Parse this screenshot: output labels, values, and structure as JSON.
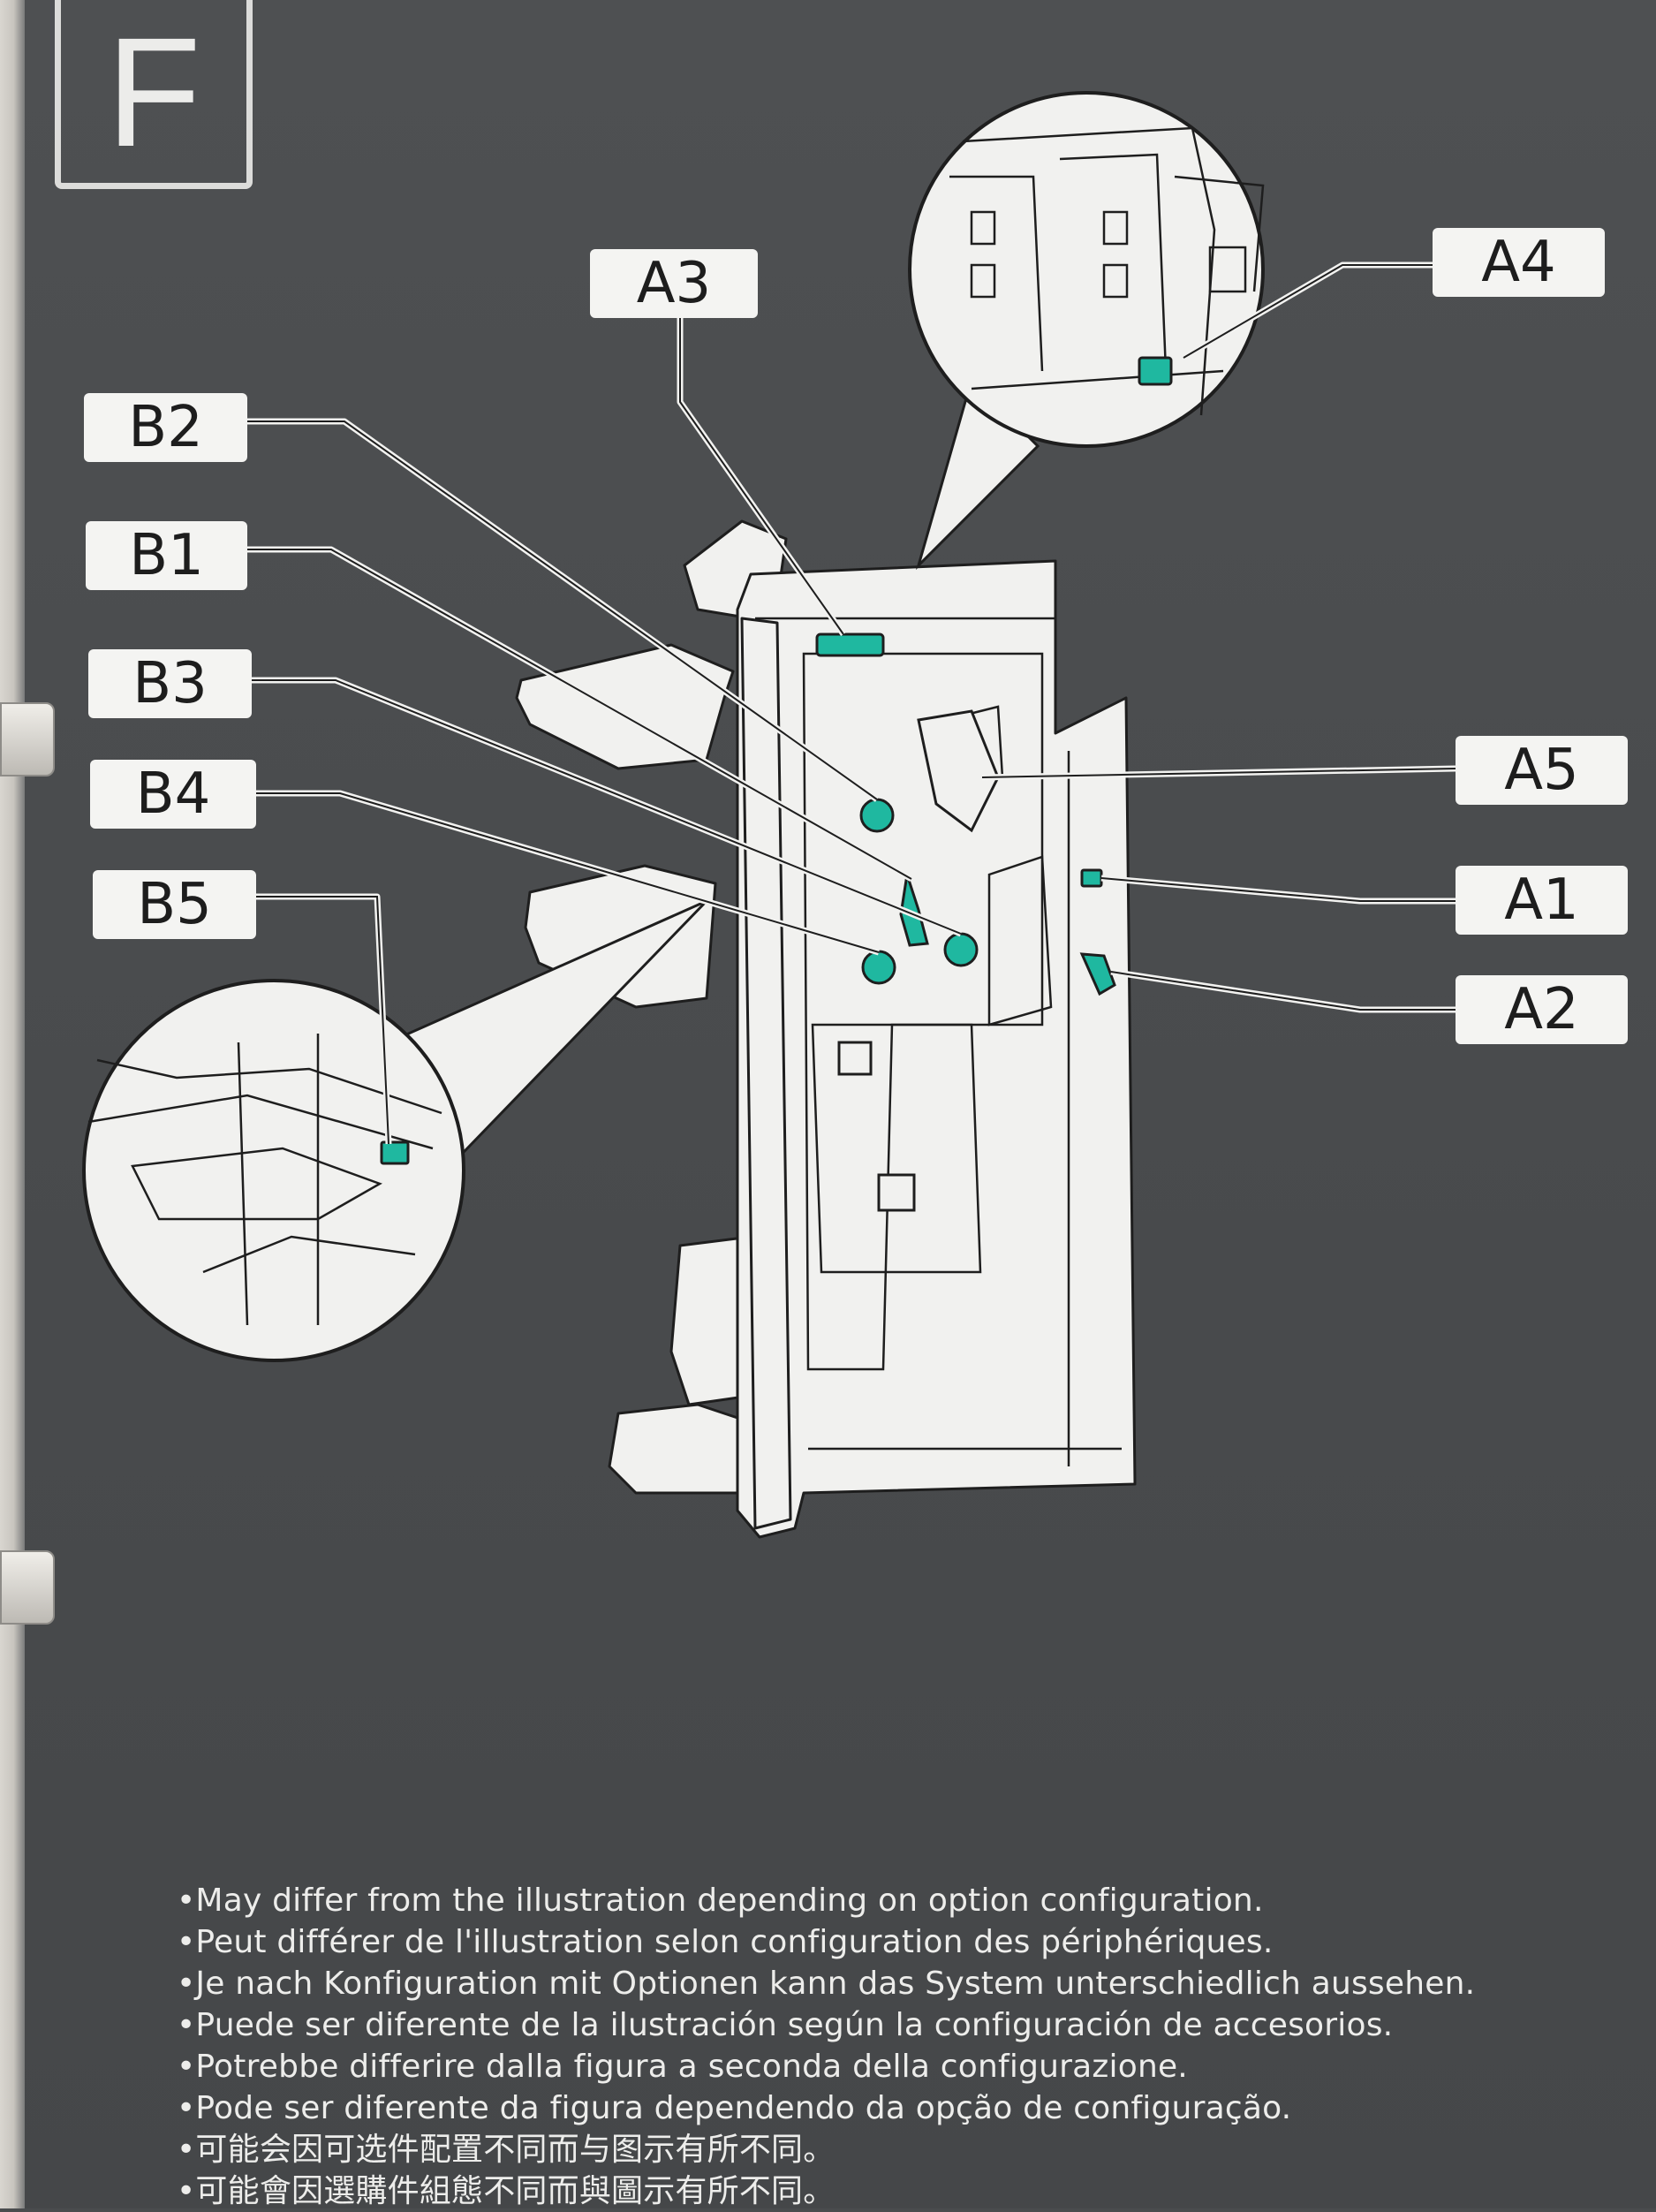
{
  "section": {
    "letter": "F"
  },
  "labels": {
    "A1": "A1",
    "A2": "A2",
    "A3": "A3",
    "A4": "A4",
    "A5": "A5",
    "B1": "B1",
    "B2": "B2",
    "B3": "B3",
    "B4": "B4",
    "B5": "B5"
  },
  "notes": [
    "•May differ from the illustration depending on option configuration.",
    "•Peut différer de l'illustration selon configuration des périphériques.",
    "•Je nach Konfiguration mit Optionen kann das System unterschiedlich aussehen.",
    "•Puede ser diferente de la ilustración según la configuración de accesorios.",
    "•Potrebbe differire dalla figura a seconda della configurazione.",
    "•Pode ser diferente da figura dependendo da opção de configuração.",
    "•可能会因可选件配置不同而与图示有所不同。",
    "•可能會因選購件組態不同而與圖示有所不同。"
  ],
  "colors": {
    "background": "#4a4c4e",
    "illustration": "#f1f1ef",
    "outline": "#1e1e1e",
    "accent": "#1fb8a0",
    "label_bg": "#f4f4f2"
  }
}
